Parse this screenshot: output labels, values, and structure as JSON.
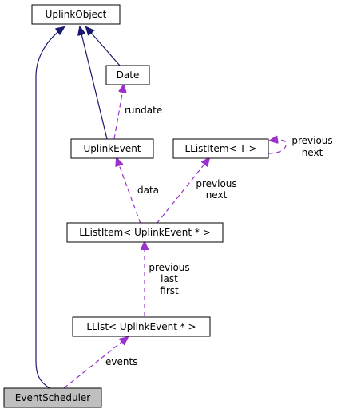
{
  "nodes": {
    "uplinkobject": "UplinkObject",
    "date": "Date",
    "uplinkevent": "UplinkEvent",
    "llistitem_t": "LListItem< T >",
    "llistitem_event": "LListItem< UplinkEvent * >",
    "llist_event": "LList< UplinkEvent * >",
    "eventscheduler": "EventScheduler"
  },
  "edge_labels": {
    "rundate": "rundate",
    "data": "data",
    "self_previous": "previous",
    "self_next": "next",
    "item_previous": "previous",
    "item_next": "next",
    "list_previous": "previous",
    "list_last": "last",
    "list_first": "first",
    "events": "events"
  },
  "colors": {
    "inheritance": "#191970",
    "association": "#9a32cd",
    "highlight_node": "#bfbfbf",
    "node_fill": "#ffffff"
  }
}
